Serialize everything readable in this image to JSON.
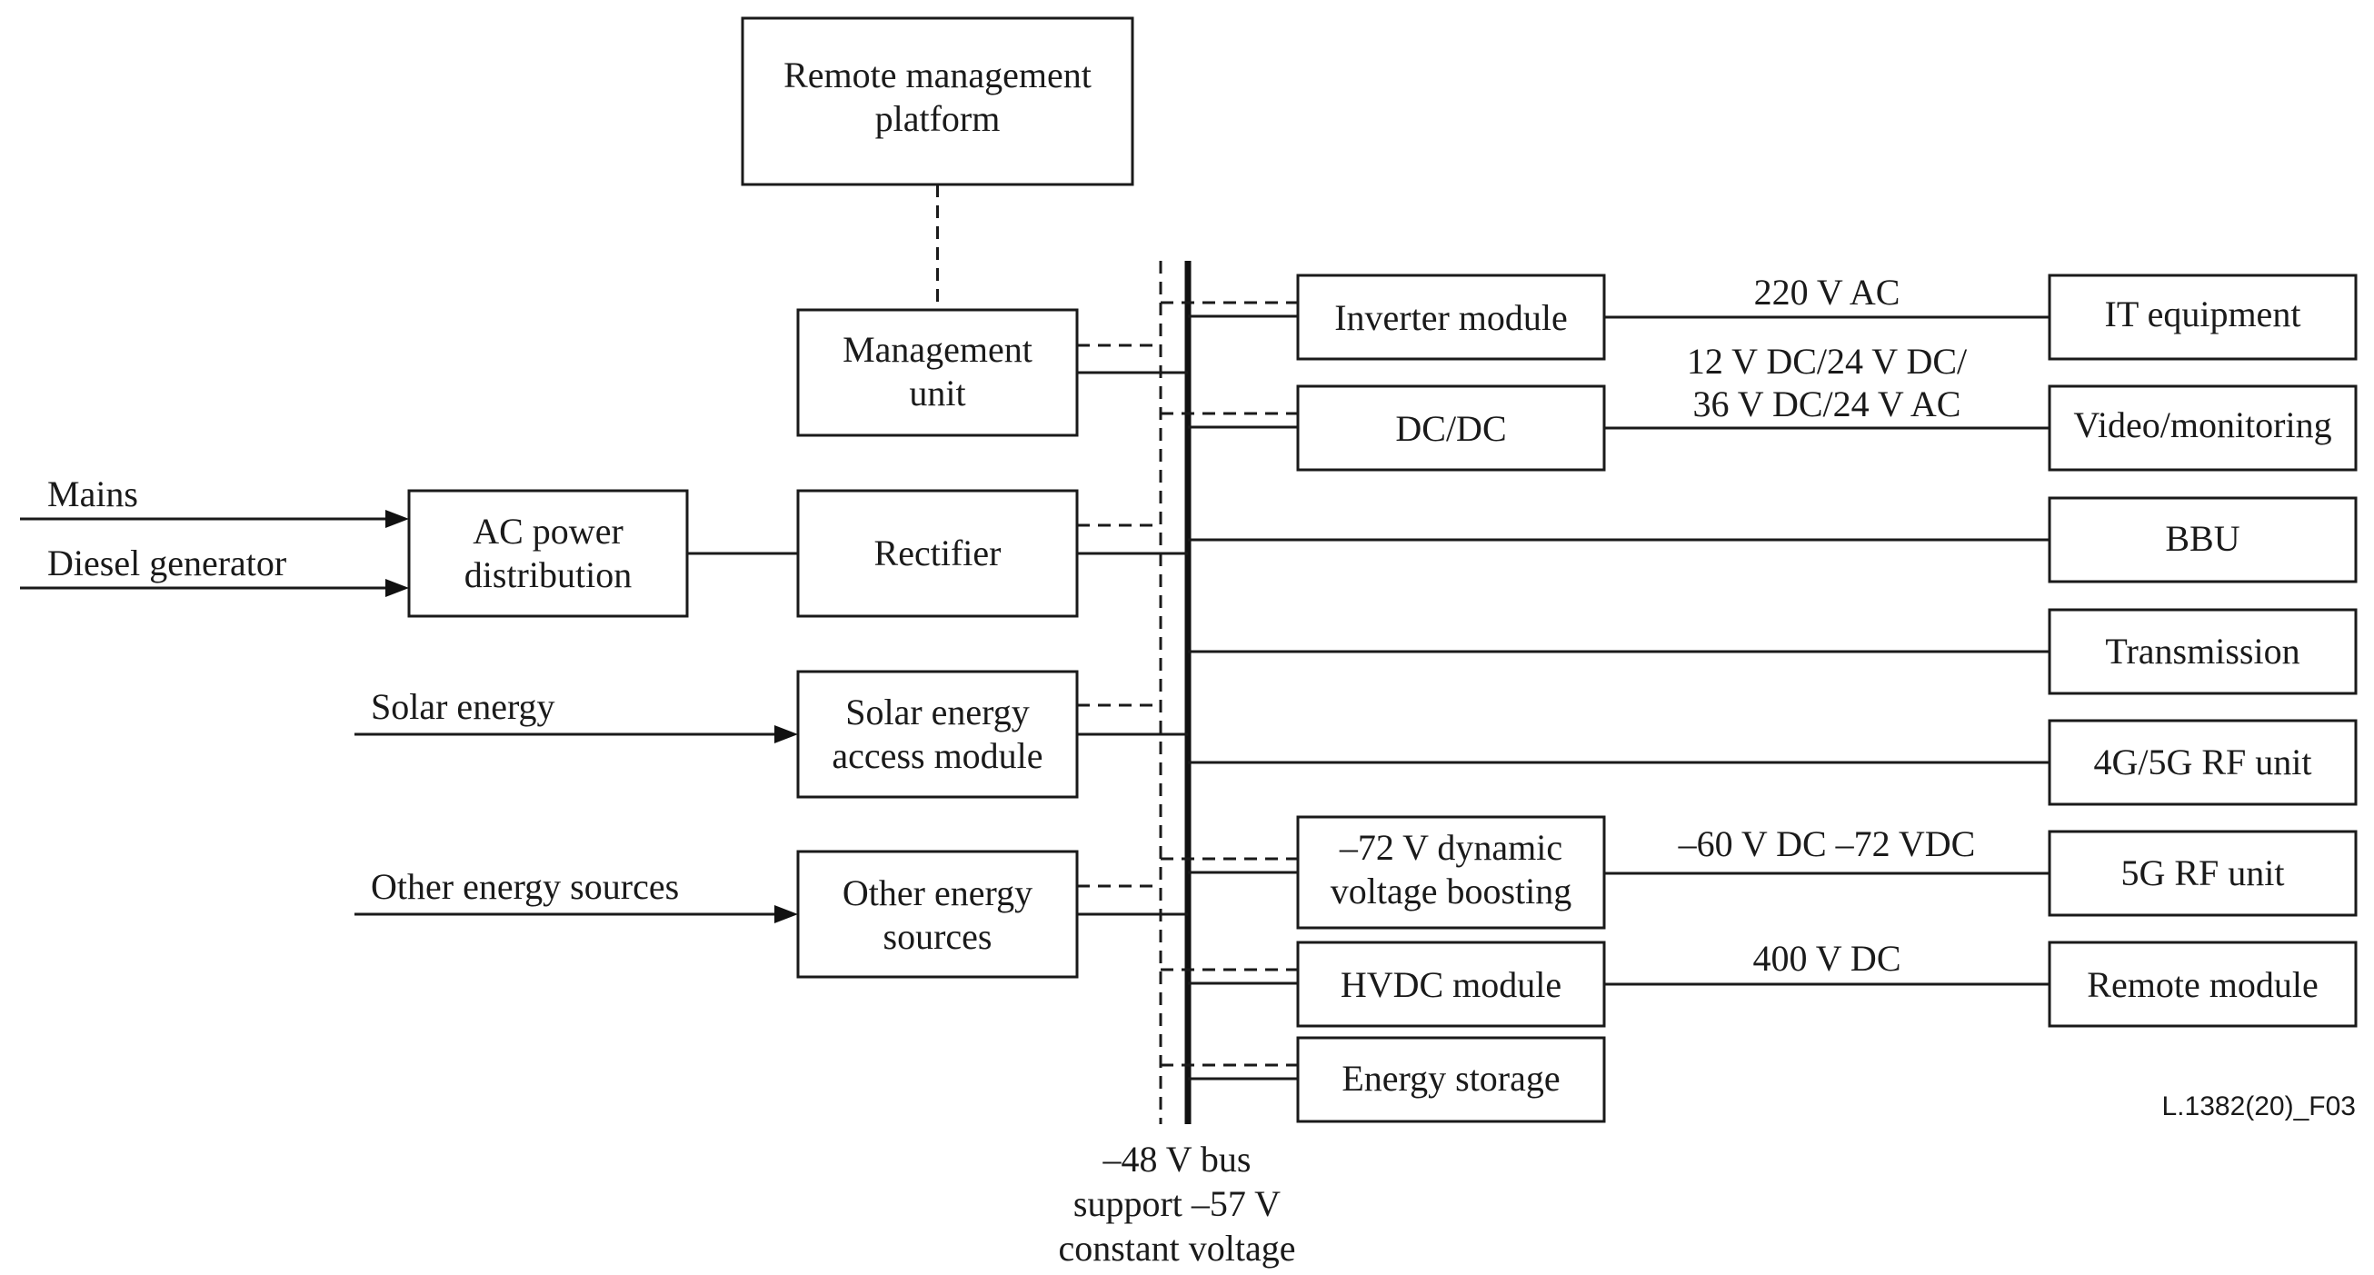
{
  "nodes": {
    "remote_platform": [
      "Remote management",
      "platform"
    ],
    "management_unit": [
      "Management",
      "unit"
    ],
    "ac_distribution": [
      "AC power",
      "distribution"
    ],
    "rectifier": [
      "Rectifier"
    ],
    "solar_module": [
      "Solar energy",
      "access module"
    ],
    "other_sources_module": [
      "Other energy",
      "sources"
    ],
    "inverter": [
      "Inverter module"
    ],
    "dcdc": [
      "DC/DC"
    ],
    "boost72": [
      "–72 V dynamic",
      "voltage boosting"
    ],
    "hvdc": [
      "HVDC module"
    ],
    "storage": [
      "Energy storage"
    ],
    "it_equipment": [
      "IT equipment"
    ],
    "video": [
      "Video/monitoring"
    ],
    "bbu": [
      "BBU"
    ],
    "transmission": [
      "Transmission"
    ],
    "rf_4g5g": [
      "4G/5G RF unit"
    ],
    "rf_5g": [
      "5G RF unit"
    ],
    "remote_module": [
      "Remote module"
    ]
  },
  "inputs": {
    "mains": "Mains",
    "diesel": "Diesel generator",
    "solar": "Solar energy",
    "other": "Other energy sources"
  },
  "edge_labels": {
    "ac220": "220 V AC",
    "dc_multi": [
      "12 V DC/24 V DC/",
      "36 V DC/24 V AC"
    ],
    "dc60_72": "–60 V DC –72 VDC",
    "dc400": "400 V DC"
  },
  "bus_label": [
    "–48 V bus",
    "support –57 V",
    "constant voltage"
  ],
  "figure_id": "L.1382(20)_F03"
}
